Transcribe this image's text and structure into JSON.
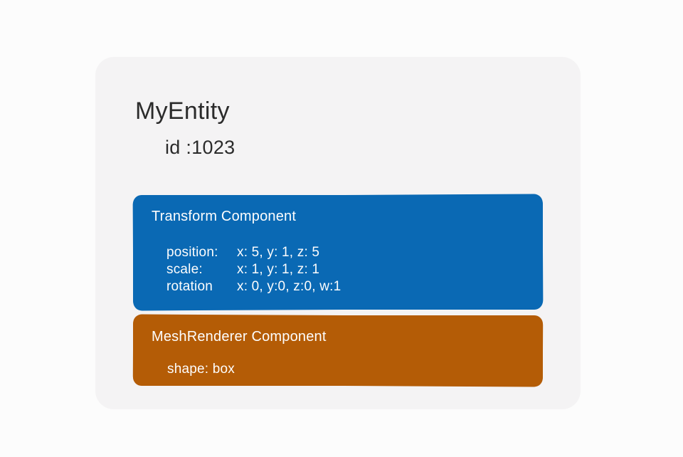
{
  "page": {
    "background_color": "#fcfcfc",
    "card_color": "#f4f3f4"
  },
  "entity": {
    "title": "MyEntity",
    "id": "id :1023",
    "text_color": "#2b2b2b"
  },
  "components": [
    {
      "name": "Transform Component",
      "accent_color": "#0a69b4",
      "text_color": "#fdfdfd",
      "rows": [
        {
          "key": "position:",
          "value": "x: 5, y: 1, z: 5"
        },
        {
          "key": "scale:",
          "value": "x: 1, y: 1, z: 1"
        },
        {
          "key": "rotation",
          "value": "x: 0, y:0, z:0, w:1"
        }
      ]
    },
    {
      "name": "MeshRenderer Component",
      "accent_color": "#b45c06",
      "text_color": "#fdfdfd",
      "rows": [
        {
          "key": "shape: box",
          "value": ""
        }
      ]
    }
  ]
}
